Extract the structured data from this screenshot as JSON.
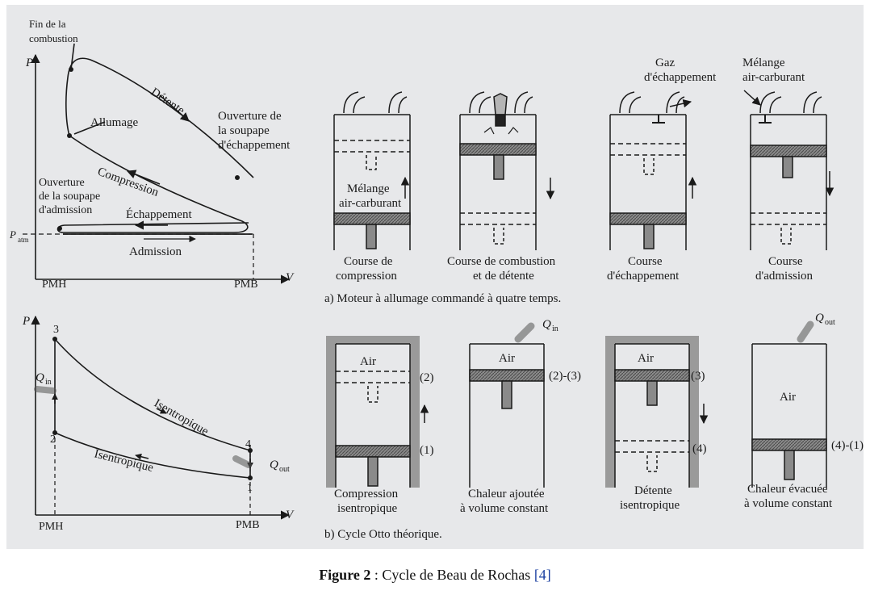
{
  "caption": {
    "label": "Figure 2",
    "text": " : Cycle de Beau de Rochas ",
    "ref": "[4]"
  },
  "pv_top": {
    "p_axis": "P",
    "v_axis": "V",
    "patm": "P",
    "patm_sub": "atm",
    "pmh": "PMH",
    "pmb": "PMB",
    "fin_combustion_1": "Fin de la",
    "fin_combustion_2": "combustion",
    "detente": "Détente",
    "allumage": "Allumage",
    "ouverture_echap_1": "Ouverture de",
    "ouverture_echap_2": "la soupape",
    "ouverture_echap_3": "d'échappement",
    "compression": "Compression",
    "ouverture_adm_1": "Ouverture",
    "ouverture_adm_2": "de la soupape",
    "ouverture_adm_3": "d'admission",
    "echappement": "Échappement",
    "admission": "Admission"
  },
  "engines_a": {
    "title": "a) Moteur à allumage commandé à quatre temps.",
    "gaz_1": "Gaz",
    "gaz_2": "d'échappement",
    "melange_top_1": "Mélange",
    "melange_top_2": "air-carburant",
    "melange_in_1": "Mélange",
    "melange_in_2": "air-carburant",
    "s1_1": "Course de",
    "s1_2": "compression",
    "s2_1": "Course de combustion",
    "s2_2": "et de détente",
    "s3_1": "Course",
    "s3_2": "d'échappement",
    "s4_1": "Course",
    "s4_2": "d'admission"
  },
  "pv_bottom": {
    "p_axis": "P",
    "v_axis": "V",
    "pmh": "PMH",
    "pmb": "PMB",
    "n1": "1",
    "n2": "2",
    "n3": "3",
    "n4": "4",
    "qin": "Q",
    "qin_sub": "in",
    "qout": "Q",
    "qout_sub": "out",
    "isen_upper": "Isentropique",
    "isen_lower": "Isentropique"
  },
  "engines_b": {
    "title": "b) Cycle Otto théorique.",
    "air": "Air",
    "st1": "(2)",
    "st1b": "(1)",
    "st2": "(2)-(3)",
    "st3": "(3)",
    "st3b": "(4)",
    "st4": "(4)-(1)",
    "qin": "Q",
    "qin_sub": "in",
    "qout": "Q",
    "qout_sub": "out",
    "l1_1": "Compression",
    "l1_2": "isentropique",
    "l2_1": "Chaleur ajoutée",
    "l2_2": "à volume constant",
    "l3_1": "Détente",
    "l3_2": "isentropique",
    "l4_1": "Chaleur évacuée",
    "l4_2": "à volume constant"
  }
}
